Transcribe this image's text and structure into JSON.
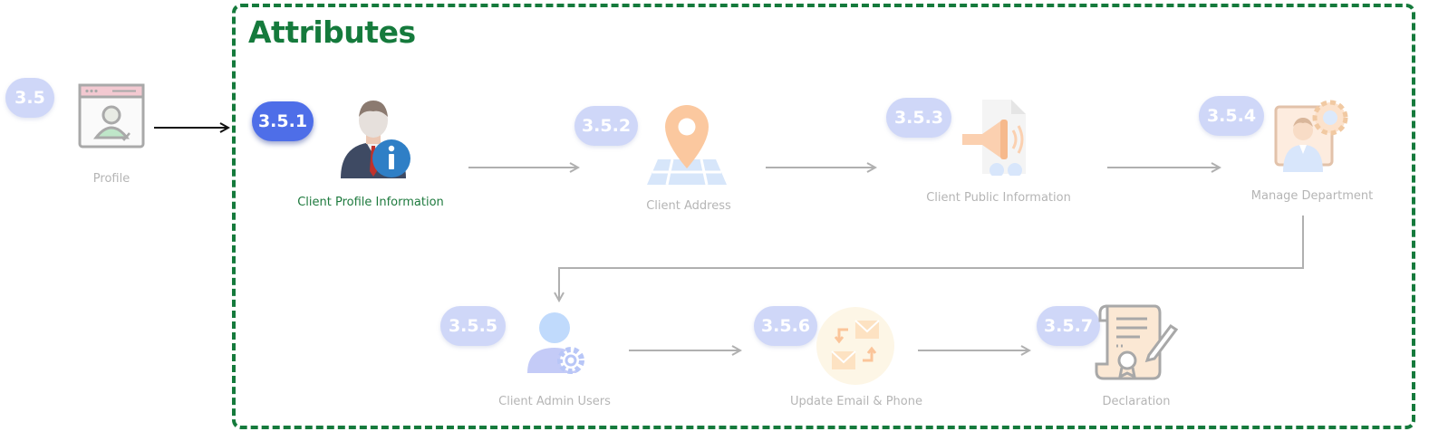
{
  "section_title": "Attributes",
  "colors": {
    "frame": "#157a3c",
    "badge_active": "#4e6ee8",
    "badge_inactive": "#cfd7f8",
    "label_active": "#1e7a3e",
    "label_inactive": "#b5b5b5"
  },
  "parent": {
    "badge": "3.5",
    "label": "Profile",
    "icon": "profile-window-icon"
  },
  "steps": [
    {
      "badge": "3.5.1",
      "label": "Client Profile Information",
      "icon": "user-info-icon",
      "active": true
    },
    {
      "badge": "3.5.2",
      "label": "Client Address",
      "icon": "map-pin-icon",
      "active": false
    },
    {
      "badge": "3.5.3",
      "label": "Client Public Information",
      "icon": "megaphone-icon",
      "active": false
    },
    {
      "badge": "3.5.4",
      "label": "Manage Department",
      "icon": "manager-gear-icon",
      "active": false
    },
    {
      "badge": "3.5.5",
      "label": "Client Admin Users",
      "icon": "admin-user-gear-icon",
      "active": false
    },
    {
      "badge": "3.5.6",
      "label": "Update Email & Phone",
      "icon": "email-exchange-icon",
      "active": false
    },
    {
      "badge": "3.5.7",
      "label": "Declaration",
      "icon": "certificate-scroll-icon",
      "active": false
    }
  ]
}
